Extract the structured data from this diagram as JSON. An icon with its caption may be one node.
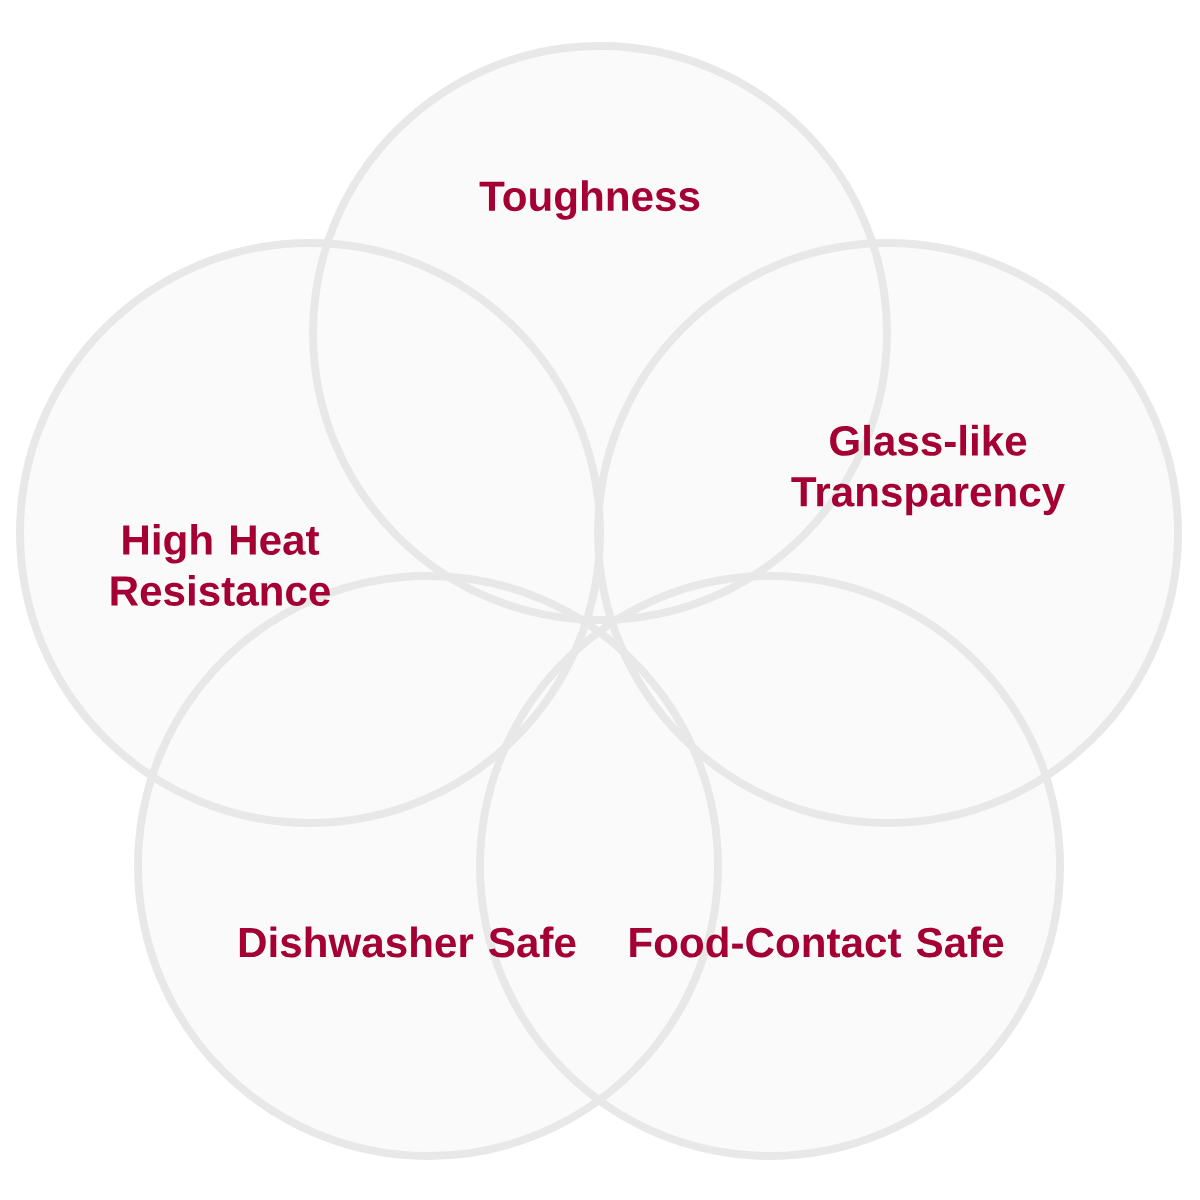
{
  "diagram": {
    "nodes": [
      {
        "text": [
          "Toughness"
        ]
      },
      {
        "text": [
          "High Heat Resistance"
        ]
      },
      {
        "text": [
          "Glass-like Transparency"
        ]
      },
      {
        "text": [
          "Dishwasher Safe"
        ]
      },
      {
        "text": [
          "Food-Contact Safe"
        ]
      }
    ]
  }
}
